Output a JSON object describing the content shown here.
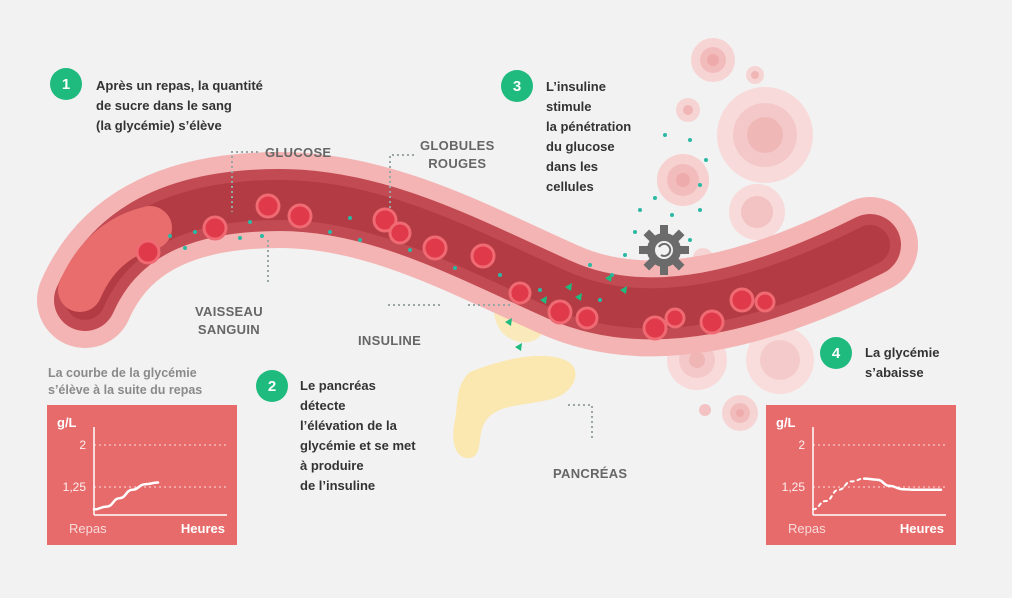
{
  "steps": [
    {
      "number": "1",
      "text": "Après un repas, la quantité\nde sucre dans le sang\n(la glycémie) s’élève"
    },
    {
      "number": "2",
      "text": "Le pancréas\ndétecte\nl’élévation de la\nglycémie et se met\nà produire\nde l’insuline"
    },
    {
      "number": "3",
      "text": "L’insuline\nstimule\nla pénétration\ndu glucose\ndans les\ncellules"
    },
    {
      "number": "4",
      "text": "La glycémie\ns’abaisse"
    }
  ],
  "labels": {
    "glucose": "GLUCOSE",
    "globules": "GLOBULES\nROUGES",
    "vaisseau": "VAISSEAU\nSANGUIN",
    "insuline": "INSULINE",
    "pancreas": "PANCRÉAS"
  },
  "chart_caption_left": "La courbe de la glycémie\ns’élève à la suite du repas",
  "colors": {
    "accent_green": "#1fba7e",
    "vessel_dark": "#b2353d",
    "vessel_light": "#f4b4b4",
    "chart_bg": "#e76b6b",
    "pancreas": "#fbe7b0",
    "gear": "#6b6b6b",
    "glucose_dot": "#2bb9a3"
  },
  "chart_data": [
    {
      "type": "line",
      "ylabel": "g/L",
      "xlabel_start": "Repas",
      "xlabel_end": "Heures",
      "yticks": [
        "2",
        "1,25"
      ],
      "series": [
        {
          "x": [
            0,
            0.1,
            0.2,
            0.3,
            0.4,
            0.5
          ],
          "y": [
            0.85,
            0.9,
            1.05,
            1.2,
            1.3,
            1.33
          ],
          "style": "solid"
        }
      ]
    },
    {
      "type": "line",
      "ylabel": "g/L",
      "xlabel_start": "Repas",
      "xlabel_end": "Heures",
      "yticks": [
        "2",
        "1,25"
      ],
      "series": [
        {
          "x": [
            0,
            0.1,
            0.2,
            0.3,
            0.4
          ],
          "y": [
            0.85,
            1.0,
            1.2,
            1.35,
            1.4
          ],
          "style": "dashed"
        },
        {
          "x": [
            0.4,
            0.5,
            0.6,
            0.7,
            0.8,
            1.0
          ],
          "y": [
            1.4,
            1.38,
            1.27,
            1.21,
            1.2,
            1.2
          ],
          "style": "solid"
        }
      ]
    }
  ]
}
